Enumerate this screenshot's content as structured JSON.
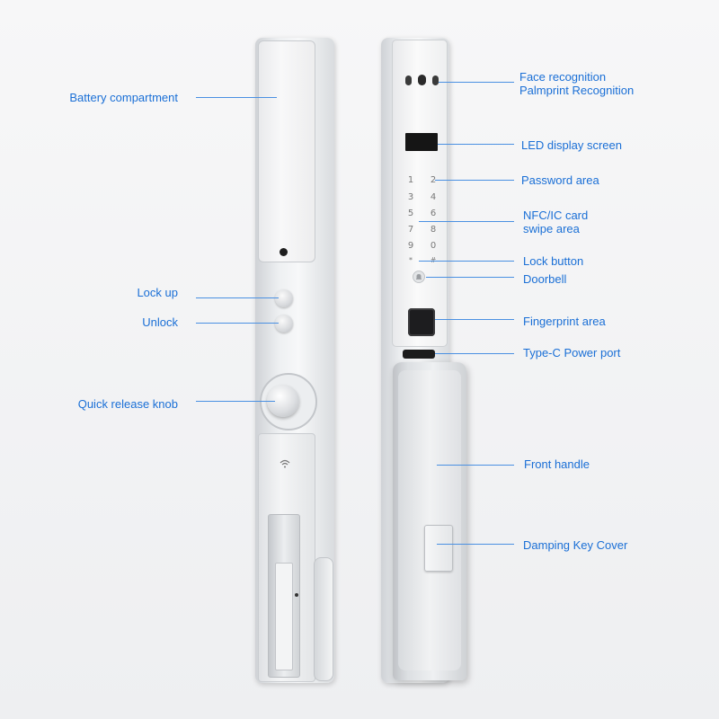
{
  "labels": {
    "battery_compartment": "Battery compartment",
    "lock_up": "Lock up",
    "unlock": "Unlock",
    "quick_release_knob": "Quick release knob",
    "face_recognition": "Face recognition",
    "palmprint_recognition": "Palmprint Recognition",
    "led_display_screen": "LED display screen",
    "password_area": "Password area",
    "nfc_card": "NFC/IC card",
    "swipe_area": "swipe area",
    "lock_button": "Lock button",
    "doorbell": "Doorbell",
    "fingerprint_area": "Fingerprint area",
    "type_c_power_port": "Type-C Power port",
    "front_handle": "Front handle",
    "damping_key_cover": "Damping Key Cover"
  },
  "keypad": [
    "1",
    "2",
    "3",
    "4",
    "5",
    "6",
    "7",
    "8",
    "9",
    "0",
    "*",
    "#"
  ],
  "colors": {
    "label_text": "#1a6fd6",
    "leader_line": "#4a90e2",
    "background": "#f2f3f4",
    "lock_body": "#e3e5e8"
  },
  "icons": {
    "wifi": "wifi-icon",
    "bell": "bell-icon",
    "fingerprint": "fingerprint-sensor"
  }
}
